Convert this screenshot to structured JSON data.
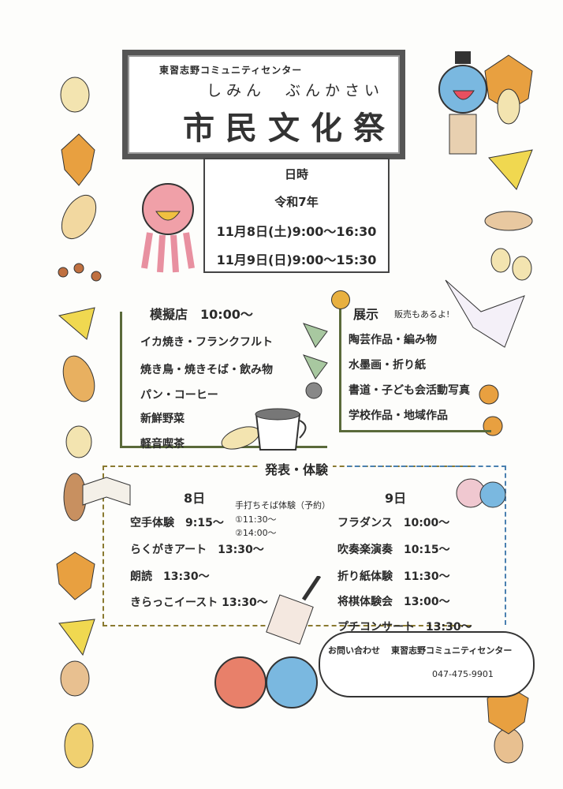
{
  "header": {
    "organizer": "東習志野コミュニティセンター",
    "title_kana": "しみん　ぶんかさい",
    "title": "市民文化祭"
  },
  "schedule": {
    "heading": "日時",
    "year": "令和7年",
    "day1": "11月8日(土)9:00～16:30",
    "day2": "11月9日(日)9:00～15:30"
  },
  "stalls": {
    "heading": "模擬店　10:00～",
    "items": [
      "イカ焼き・フランクフルト",
      "焼き鳥・焼きそば・飲み物",
      "パン・コーヒー",
      "新鮮野菜",
      "軽音喫茶"
    ]
  },
  "exhibits": {
    "heading": "展示",
    "note": "販売もあるよ!",
    "items": [
      "陶芸作品・編み物",
      "水墨画・折り紙",
      "書道・子ども会活動写真",
      "学校作品・地域作品"
    ]
  },
  "performances": {
    "heading": "発表・体験",
    "day8_label": "8日",
    "day9_label": "9日",
    "soba": {
      "title": "手打ちそば体験（予約）",
      "slot1": "①11:30～",
      "slot2": "②14:00～"
    },
    "day8": [
      "空手体験　9:15～",
      "らくがきアート　13:30～",
      "朗読　13:30～",
      "きらっこイースト 13:30～"
    ],
    "day9": [
      "フラダンス　10:00～",
      "吹奏楽演奏　10:15～",
      "折り紙体験　11:30～",
      "将棋体験会　13:00～",
      "プチコンサート　13:30～"
    ]
  },
  "contact": {
    "label": "お問い合わせ",
    "org": "東習志野コミュニティセンター",
    "phone": "047-475-9901"
  },
  "colors": {
    "leaf_orange": "#e8a040",
    "leaf_yellow": "#f0d850",
    "mascot_blue": "#7ab8e0",
    "mascot_pink": "#f0a0a8",
    "vine_green": "#5a6a3a"
  }
}
